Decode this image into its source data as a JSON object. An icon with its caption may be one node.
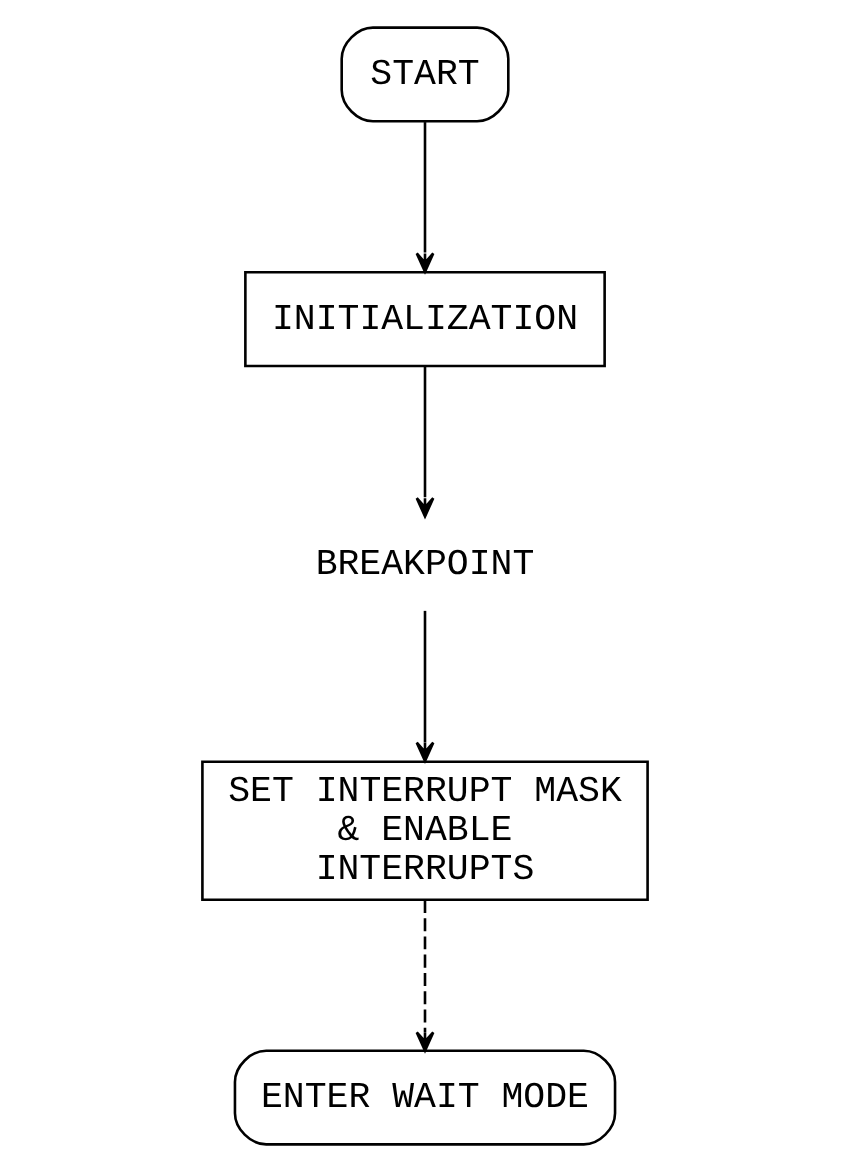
{
  "diagram": {
    "nodes": [
      {
        "text": [
          "START"
        ]
      },
      {
        "text": [
          "INITIALIZATION"
        ]
      },
      {
        "text": [
          "BREAKPOINT"
        ]
      },
      {
        "text": [
          "SET INTERRUPT MASK & ENABLE INTERRUPTS"
        ]
      },
      {
        "text": [
          "ENTER WAIT MODE"
        ]
      }
    ],
    "edges": [
      {
        "from": 0,
        "to": 1,
        "arrow": "to"
      },
      {
        "from": 1,
        "to": 2,
        "arrow": "to"
      },
      {
        "from": 2,
        "to": 3,
        "arrow": "to"
      },
      {
        "from": 3,
        "to": 4,
        "arrow": "to",
        "style": "dashed"
      }
    ]
  }
}
